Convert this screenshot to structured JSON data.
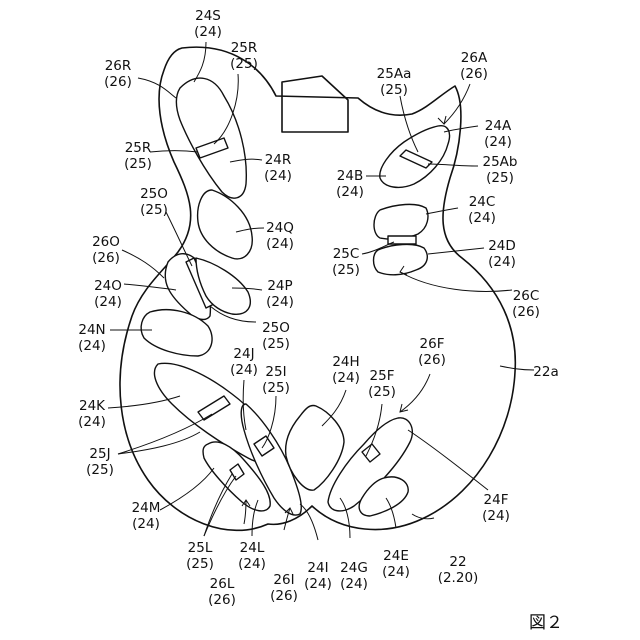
{
  "figure": "図２",
  "labels": {
    "l24S": [
      "24S",
      "(24)"
    ],
    "l25R_top": [
      "25R",
      "(25)"
    ],
    "l26R": [
      "26R",
      "(26)"
    ],
    "l25R": [
      "25R",
      "(25)"
    ],
    "l24R": [
      "24R",
      "(24)"
    ],
    "l25O_top": [
      "25O",
      "(25)"
    ],
    "l24Q": [
      "24Q",
      "(24)"
    ],
    "l26O": [
      "26O",
      "(26)"
    ],
    "l24O": [
      "24O",
      "(24)"
    ],
    "l24P": [
      "24P",
      "(24)"
    ],
    "l25O": [
      "25O",
      "(25)"
    ],
    "l24N": [
      "24N",
      "(24)"
    ],
    "l24J": [
      "24J",
      "(24)"
    ],
    "l25I": [
      "25I",
      "(25)"
    ],
    "l24H": [
      "24H",
      "(24)"
    ],
    "l25F": [
      "25F",
      "(25)"
    ],
    "l26F": [
      "26F",
      "(26)"
    ],
    "l22a": [
      "22a"
    ],
    "l24K": [
      "24K",
      "(24)"
    ],
    "l25J": [
      "25J",
      "(25)"
    ],
    "l24M": [
      "24M",
      "(24)"
    ],
    "l25L": [
      "25L",
      "(25)"
    ],
    "l24L": [
      "24L",
      "(24)"
    ],
    "l26L": [
      "26L",
      "(26)"
    ],
    "l26I": [
      "26I",
      "(26)"
    ],
    "l24I": [
      "24I",
      "(24)"
    ],
    "l24G": [
      "24G",
      "(24)"
    ],
    "l24E": [
      "24E",
      "(24)"
    ],
    "l22": [
      "22",
      "(2.20)"
    ],
    "l24F": [
      "24F",
      "(24)"
    ],
    "l26A": [
      "26A",
      "(26)"
    ],
    "l25Aa": [
      "25Aa",
      "(25)"
    ],
    "l24A": [
      "24A",
      "(24)"
    ],
    "l24B": [
      "24B",
      "(24)"
    ],
    "l25Ab": [
      "25Ab",
      "(25)"
    ],
    "l24C": [
      "24C",
      "(24)"
    ],
    "l24D": [
      "24D",
      "(24)"
    ],
    "l25C": [
      "25C",
      "(25)"
    ],
    "l26C": [
      "26C",
      "(26)"
    ]
  }
}
